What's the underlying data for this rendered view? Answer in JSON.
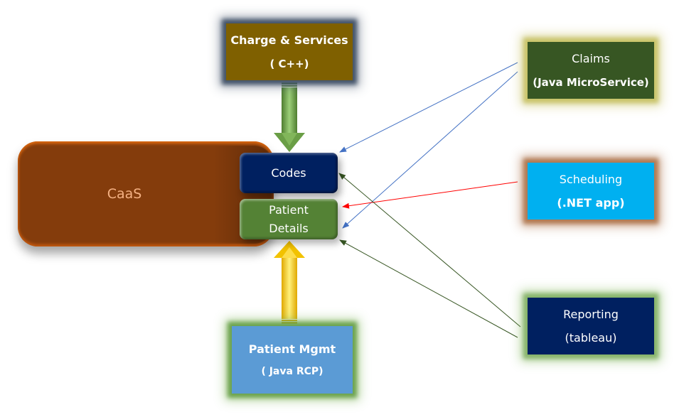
{
  "diagram": {
    "nodes": {
      "caas": {
        "label": "CaaS"
      },
      "codes": {
        "label": "Codes"
      },
      "patient_details": {
        "line1": "Patient",
        "line2": "Details"
      },
      "charge_services": {
        "title": "Charge & Services",
        "subtitle": "( C++)"
      },
      "claims": {
        "title": "Claims",
        "subtitle": "(Java MicroService)"
      },
      "scheduling": {
        "title": "Scheduling",
        "subtitle": "(.NET app)"
      },
      "reporting": {
        "title": "Reporting",
        "subtitle": "(tableau)"
      },
      "patient_mgmt": {
        "title": "Patient Mgmt",
        "subtitle": "( Java RCP)"
      }
    },
    "edges": [
      {
        "from": "Charge & Services",
        "to": "Codes",
        "style": "block-arrow",
        "color": "#70ad47"
      },
      {
        "from": "Patient Mgmt",
        "to": "Patient Details",
        "style": "block-arrow",
        "color": "#ffc000"
      },
      {
        "from": "Claims",
        "to": "Codes",
        "style": "line-arrow",
        "color": "#4472c4"
      },
      {
        "from": "Claims",
        "to": "Patient Details",
        "style": "line-arrow",
        "color": "#4472c4"
      },
      {
        "from": "Scheduling",
        "to": "Patient Details",
        "style": "line-arrow",
        "color": "#ff0000"
      },
      {
        "from": "Reporting",
        "to": "Codes",
        "style": "line-arrow",
        "color": "#375623"
      },
      {
        "from": "Reporting",
        "to": "Patient Details",
        "style": "line-arrow",
        "color": "#375623"
      }
    ]
  }
}
